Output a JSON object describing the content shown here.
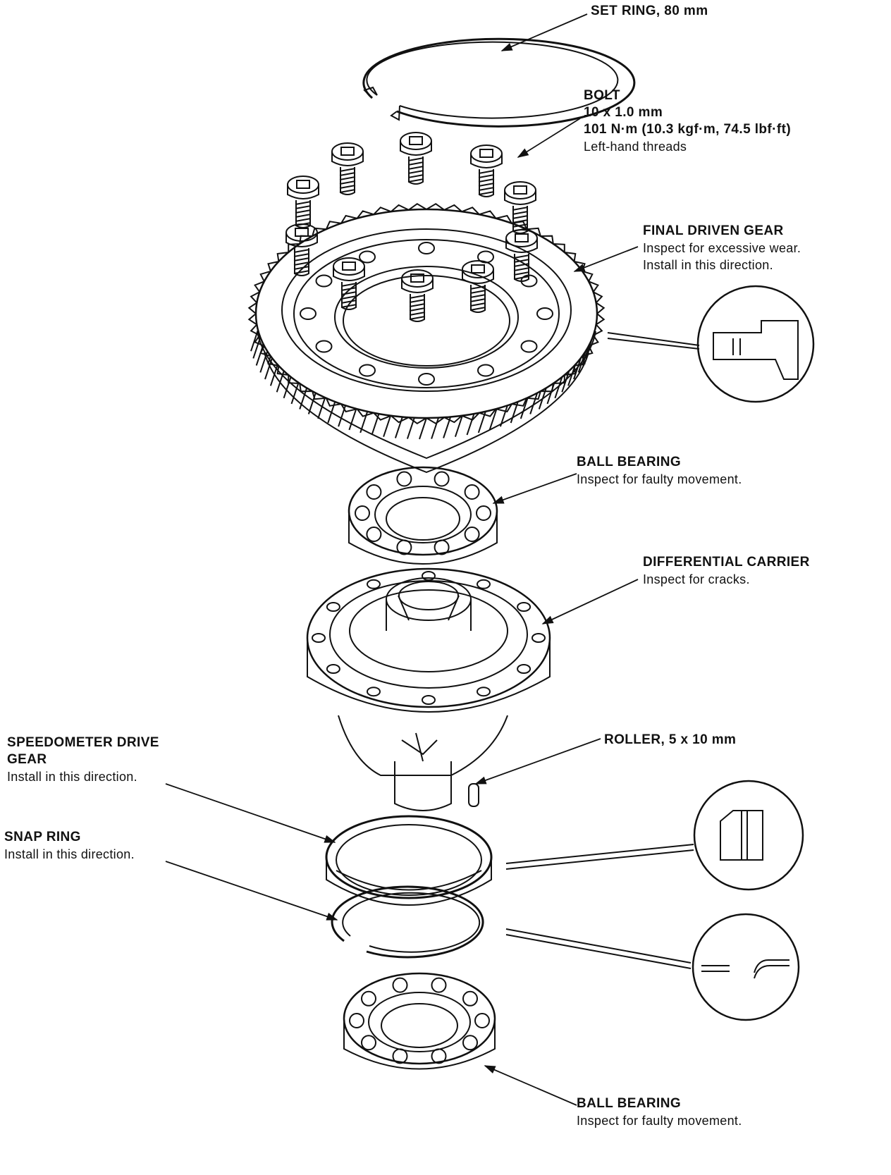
{
  "labels": {
    "set_ring": {
      "title": "SET RING, 80 mm"
    },
    "bolt": {
      "title": "BOLT",
      "size": "10 x 1.0 mm",
      "torque": "101 N·m (10.3 kgf·m, 74.5 lbf·ft)",
      "note": "Left-hand threads"
    },
    "final_driven_gear": {
      "title": "FINAL DRIVEN GEAR",
      "note1": "Inspect for excessive wear.",
      "note2": "Install in this direction."
    },
    "ball_bearing_top": {
      "title": "BALL BEARING",
      "note": "Inspect for faulty movement."
    },
    "differential_carrier": {
      "title": "DIFFERENTIAL CARRIER",
      "note": "Inspect for cracks."
    },
    "roller": {
      "title": "ROLLER, 5 x 10 mm"
    },
    "speedometer_drive_gear": {
      "title1": "SPEEDOMETER DRIVE",
      "title2": "GEAR",
      "note": "Install in this direction."
    },
    "snap_ring": {
      "title": "SNAP RING",
      "note": "Install in this direction."
    },
    "ball_bearing_bottom": {
      "title": "BALL BEARING",
      "note": "Inspect for faulty movement."
    }
  }
}
